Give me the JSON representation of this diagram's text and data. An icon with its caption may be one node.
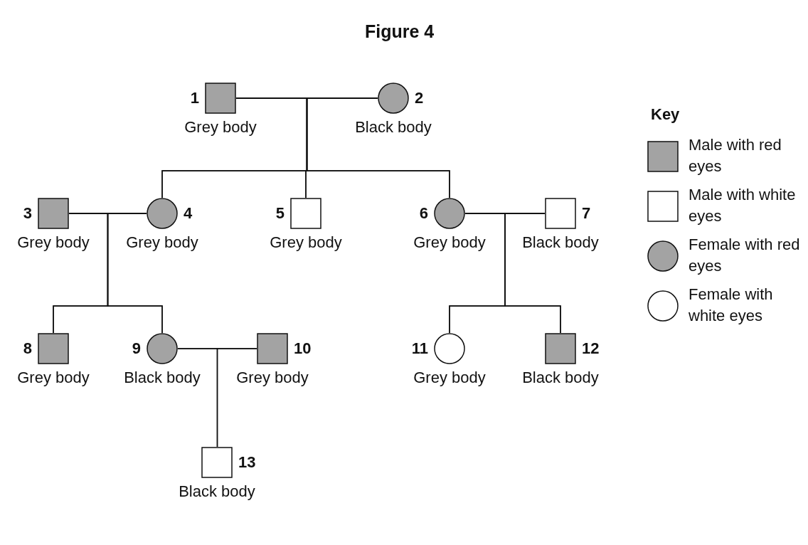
{
  "diagram": {
    "title": "Figure 4",
    "nodes": [
      {
        "text": [],
        "shape": "box",
        "beside": [
          "1",
          "Grey body"
        ]
      },
      {
        "text": [],
        "shape": "circle",
        "beside": [
          "2",
          "Black body"
        ]
      },
      {
        "text": [],
        "shape": "box",
        "beside": [
          "3",
          "Grey body"
        ]
      },
      {
        "text": [],
        "shape": "circle",
        "beside": [
          "4",
          "Grey body"
        ]
      },
      {
        "text": [],
        "shape": "box",
        "beside": [
          "5",
          "Grey body"
        ]
      },
      {
        "text": [],
        "shape": "circle",
        "beside": [
          "6",
          "Grey body"
        ]
      },
      {
        "text": [],
        "shape": "box",
        "beside": [
          "7",
          "Black body"
        ]
      },
      {
        "text": [],
        "shape": "box",
        "beside": [
          "8",
          "Grey body"
        ]
      },
      {
        "text": [],
        "shape": "circle",
        "beside": [
          "9",
          "Black body"
        ]
      },
      {
        "text": [],
        "shape": "box",
        "beside": [
          "10",
          "Grey body"
        ]
      },
      {
        "text": [],
        "shape": "circle",
        "beside": [
          "11",
          "Grey body"
        ]
      },
      {
        "text": [],
        "shape": "box",
        "beside": [
          "12",
          "Black body"
        ]
      },
      {
        "text": [],
        "shape": "box",
        "beside": [
          "13",
          "Black body"
        ]
      }
    ],
    "edges": [
      {
        "from": 0,
        "to": 1,
        "arrow": "none"
      },
      {
        "from": 0,
        "to": 3,
        "arrow": "none"
      },
      {
        "from": 1,
        "to": 3,
        "arrow": "none"
      },
      {
        "from": 0,
        "to": 4,
        "arrow": "none"
      },
      {
        "from": 1,
        "to": 4,
        "arrow": "none"
      },
      {
        "from": 0,
        "to": 5,
        "arrow": "none"
      },
      {
        "from": 1,
        "to": 5,
        "arrow": "none"
      },
      {
        "from": 2,
        "to": 3,
        "arrow": "none"
      },
      {
        "from": 2,
        "to": 7,
        "arrow": "none"
      },
      {
        "from": 3,
        "to": 7,
        "arrow": "none"
      },
      {
        "from": 2,
        "to": 8,
        "arrow": "none"
      },
      {
        "from": 3,
        "to": 8,
        "arrow": "none"
      },
      {
        "from": 5,
        "to": 6,
        "arrow": "none"
      },
      {
        "from": 5,
        "to": 10,
        "arrow": "none"
      },
      {
        "from": 6,
        "to": 10,
        "arrow": "none"
      },
      {
        "from": 5,
        "to": 11,
        "arrow": "none"
      },
      {
        "from": 6,
        "to": 11,
        "arrow": "none"
      },
      {
        "from": 8,
        "to": 9,
        "arrow": "none"
      },
      {
        "from": 8,
        "to": 12,
        "arrow": "none"
      },
      {
        "from": 9,
        "to": 12,
        "arrow": "none"
      }
    ],
    "labels": [
      "Key"
    ],
    "legend": [
      {
        "text": "Male with red eyes"
      },
      {
        "text": "Male with white eyes"
      },
      {
        "text": "Female with red eyes"
      },
      {
        "text": "Female with white eyes"
      }
    ]
  }
}
